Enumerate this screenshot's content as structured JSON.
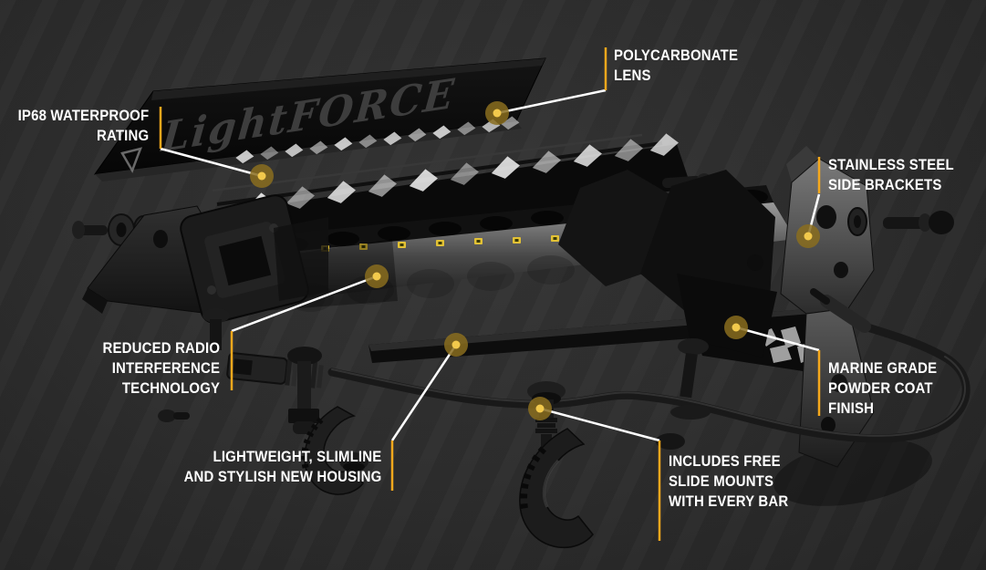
{
  "brand": {
    "logo_text": "LightFORCE"
  },
  "colors": {
    "background": "#2D2D2D",
    "accent_gold": "#F5A81C",
    "dot_inner": "#F2C94C",
    "dot_outer": "#8A6D1E",
    "leader_line": "#FFFFFF",
    "label_text": "#FFFFFF"
  },
  "callouts": [
    {
      "id": "polycarbonate-lens",
      "align": "left",
      "lines": [
        "POLYCARBONATE",
        "LENS"
      ]
    },
    {
      "id": "ip68-waterproof-rating",
      "align": "right",
      "lines": [
        "IP68 WATERPROOF",
        "RATING"
      ]
    },
    {
      "id": "stainless-steel-side-brackets",
      "align": "left",
      "lines": [
        "STAINLESS STEEL",
        "SIDE BRACKETS"
      ]
    },
    {
      "id": "marine-grade-powder-coat-finish",
      "align": "left",
      "lines": [
        "MARINE GRADE",
        "POWDER COAT",
        "FINISH"
      ]
    },
    {
      "id": "reduced-radio-interference-technology",
      "align": "right",
      "lines": [
        "REDUCED RADIO",
        "INTERFERENCE",
        "TECHNOLOGY"
      ]
    },
    {
      "id": "lightweight-slimline-housing",
      "align": "right",
      "lines": [
        "LIGHTWEIGHT, SLIMLINE",
        "AND STYLISH NEW HOUSING"
      ]
    },
    {
      "id": "includes-free-slide-mounts",
      "align": "left",
      "lines": [
        "INCLUDES FREE",
        "SLIDE MOUNTS",
        "WITH EVERY BAR"
      ]
    }
  ]
}
